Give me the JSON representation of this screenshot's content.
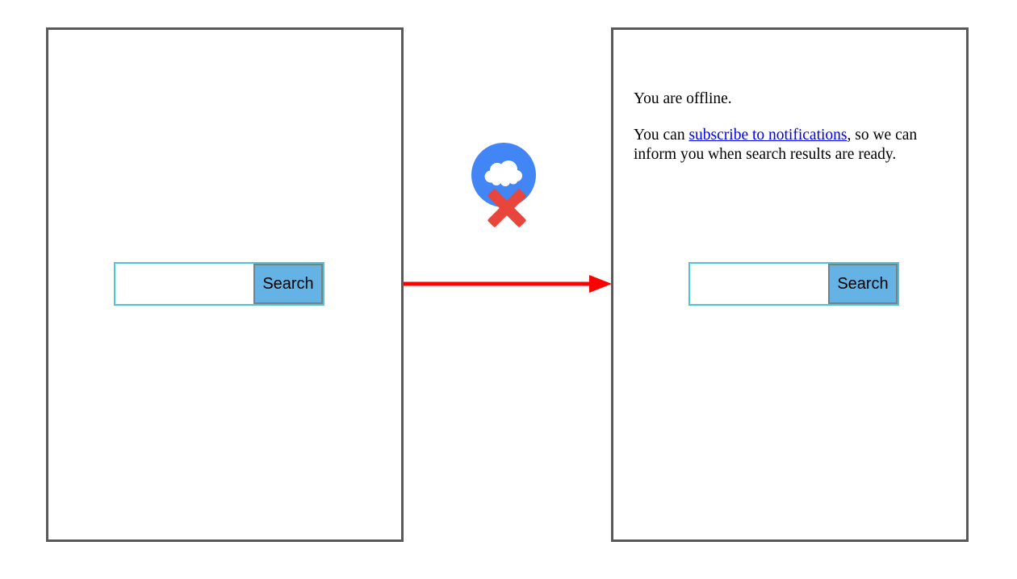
{
  "colors": {
    "panel_border": "#595959",
    "input_border": "#4ec3d9",
    "button_bg": "#65b2e4",
    "button_border": "#7f7f7f",
    "icon_circle_blue": "#4285f4",
    "icon_x_red": "#e8453c",
    "arrow_red": "#ff0000",
    "link_blue": "#0000ee"
  },
  "icons": {
    "offline": "cloud-offline-icon",
    "arrow": "flow-arrow-icon"
  },
  "left_panel": {
    "search": {
      "input_value": "",
      "button_label": "Search"
    }
  },
  "right_panel": {
    "offline_message": "You are offline.",
    "subscribe_text_before": "You can ",
    "subscribe_link_label": "subscribe to notifications",
    "subscribe_text_after_line1": ", so we can",
    "subscribe_text_line2": "inform you when search results are ready.",
    "search": {
      "input_value": "",
      "button_label": "Search"
    }
  }
}
